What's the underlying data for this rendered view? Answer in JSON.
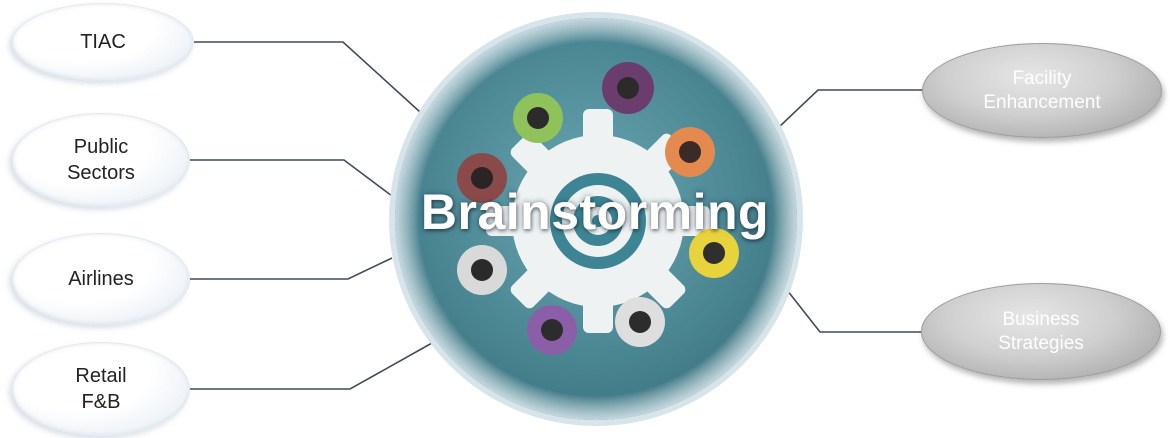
{
  "hub": {
    "title": "Brainstorming",
    "image": "people-around-table-top-view"
  },
  "left_nodes": [
    {
      "label": "TIAC"
    },
    {
      "label": "Public\nSectors"
    },
    {
      "label": "Airlines"
    },
    {
      "label": "Retail\nF&B"
    }
  ],
  "right_nodes": [
    {
      "label": "Facility\nEnhancement"
    },
    {
      "label": "Business\nStrategies"
    }
  ],
  "colors": {
    "connector": "#3f4b5a",
    "hub_background": "#4d8a96",
    "right_node": "#b3b3b3",
    "left_node": "#ffffff"
  }
}
